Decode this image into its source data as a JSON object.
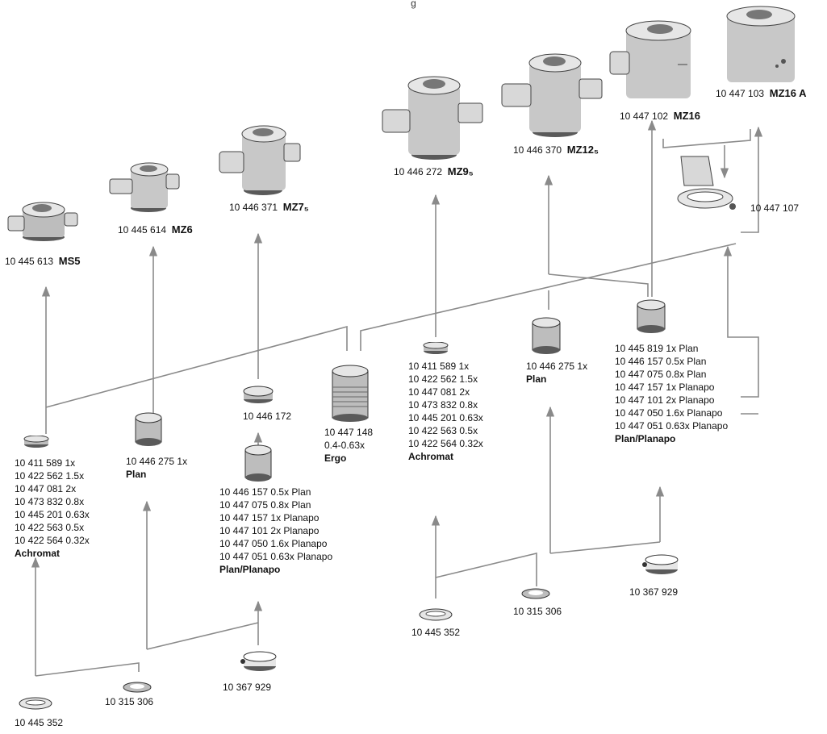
{
  "header": {
    "title_fragment": "g"
  },
  "microscopes": [
    {
      "code": "10 445 613",
      "model": "MS5"
    },
    {
      "code": "10 445 614",
      "model": "MZ6"
    },
    {
      "code": "10 446 371",
      "model": "MZ7₅"
    },
    {
      "code": "10 446 272",
      "model": "MZ9₅"
    },
    {
      "code": "10 446 370",
      "model": "MZ12₅"
    },
    {
      "code": "10 447 102",
      "model": "MZ16"
    },
    {
      "code": "10 447 103",
      "model": "MZ16 A"
    }
  ],
  "adapter_10447107": "10 447 107",
  "lens_lists": {
    "achromat_left": {
      "lines": [
        "10 411 589 1x",
        "10 422 562 1.5x",
        "10 447 081 2x",
        "10 473 832 0.8x",
        "10 445 201 0.63x",
        "10 422 563 0.5x",
        "10 422 564 0.32x"
      ],
      "label": "Achromat"
    },
    "plan_left": {
      "line": "10 446 275 1x",
      "label": "Plan"
    },
    "planapo_left": {
      "lines": [
        "10 446 157 0.5x Plan",
        "10 447 075 0.8x Plan",
        "10 447 157 1x Planapo",
        "10 447 101 2x Planapo",
        "10 447 050 1.6x Planapo",
        "10 447 051 0.63x Planapo"
      ],
      "label": "Plan/Planapo"
    },
    "small_10446172": "10 446 172",
    "ergo": {
      "lines": [
        "10 447 148",
        "0.4-0.63x"
      ],
      "label": "Ergo"
    },
    "achromat_mid": {
      "lines": [
        "10 411 589 1x",
        "10 422 562 1.5x",
        "10 447 081 2x",
        "10 473 832 0.8x",
        "10 445 201 0.63x",
        "10 422 563 0.5x",
        "10 422 564 0.32x"
      ],
      "label": "Achromat"
    },
    "plan_mid": {
      "line": "10 446 275 1x",
      "label": "Plan"
    },
    "planapo_right": {
      "lines": [
        "10 445 819 1x Plan",
        "10 446 157 0.5x Plan",
        "10 447 075 0.8x Plan",
        "10 447 157 1x Planapo",
        "10 447 101 2x Planapo",
        "10 447 050 1.6x Planapo",
        "10 447 051 0.63x Planapo"
      ],
      "label": "Plan/Planapo"
    }
  },
  "carriers": {
    "left_ring_1": "10 445 352",
    "left_ring_2": "10 315 306",
    "left_ring_3": "10 367 929",
    "mid_ring_1": "10 445 352",
    "mid_ring_2": "10 315 306",
    "right_ring_3": "10 367 929"
  },
  "colors": {
    "line": "#8a8a8a",
    "body_light": "#e6e6e6",
    "body_mid": "#bdbdbd",
    "body_dark": "#5a5a5a"
  }
}
